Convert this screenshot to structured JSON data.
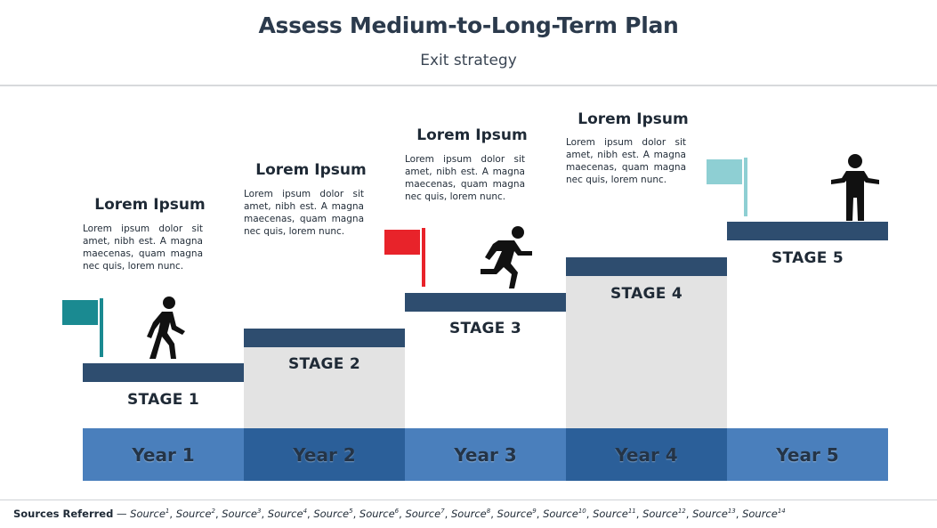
{
  "header": {
    "title": "Assess Medium-to-Long-Term Plan",
    "subtitle": "Exit strategy"
  },
  "stages": [
    {
      "label": "STAGE 1",
      "heading": "Lorem Ipsum",
      "text": "Lorem ipsum dolor sit amet, nibh est. A magna maecenas, quam magna nec quis, lorem nunc.",
      "flag_color": "#1a8a91",
      "figure": "walking-person-icon"
    },
    {
      "label": "STAGE 2",
      "heading": "Lorem Ipsum",
      "text": "Lorem ipsum dolor sit amet, nibh est. A magna maecenas, quam magna nec quis, lorem nunc."
    },
    {
      "label": "STAGE 3",
      "heading": "Lorem Ipsum",
      "text": "Lorem ipsum dolor sit amet, nibh est. A magna maecenas, quam magna nec quis, lorem nunc.",
      "flag_color": "#e8232a",
      "figure": "running-person-icon"
    },
    {
      "label": "STAGE 4",
      "heading": "Lorem Ipsum",
      "text": "Lorem ipsum dolor sit amet, nibh est. A magna maecenas, quam magna nec quis, lorem nunc."
    },
    {
      "label": "STAGE 5",
      "flag_color": "#8ecfd3",
      "figure": "standing-person-icon"
    }
  ],
  "years": [
    "Year 1",
    "Year 2",
    "Year 3",
    "Year 4",
    "Year 5"
  ],
  "colors": {
    "stage_bar": "#2e4d6f",
    "stage_column": "#e3e3e3",
    "year_light": "#4a7fbc",
    "year_dark": "#2b5f99"
  },
  "footer": {
    "label": "Sources Referred",
    "separator": " — ",
    "source_word": "Source",
    "sources": [
      "1",
      "2",
      "3",
      "4",
      "5",
      "6",
      "7",
      "8",
      "9",
      "10",
      "11",
      "12",
      "13",
      "14"
    ]
  }
}
